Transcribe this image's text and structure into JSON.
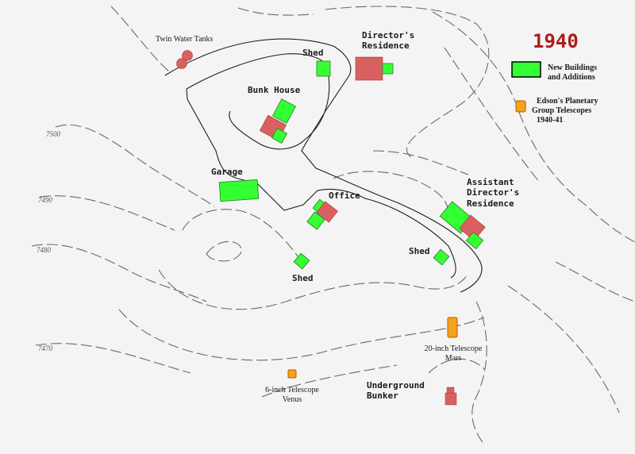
{
  "year": "1940",
  "legend": {
    "new_buildings": "New Buildings and Additions",
    "new_buildings_lines": [
      "New Buildings",
      "and Additions"
    ],
    "telescopes": "Edson's Planetary Group Telescopes 1940-41",
    "telescopes_lines": [
      "Edson's Planetary",
      "Group Telescopes",
      "1940-41"
    ]
  },
  "labels": {
    "water_tanks": "Twin Water Tanks",
    "shed_north": "Shed",
    "director_lines": [
      "Director's",
      "Residence"
    ],
    "bunk_house": "Bunk House",
    "garage": "Garage",
    "office": "Office",
    "asst_director_lines": [
      "Assistant",
      "Director's",
      "Residence"
    ],
    "shed_east": "Shed",
    "shed_south": "Shed",
    "telescope_20_lines": [
      "20-inch Telescope",
      "Mars"
    ],
    "telescope_6_lines": [
      "6-inch Telescope",
      "Venus"
    ],
    "bunker_lines": [
      "Underground",
      "Bunker"
    ]
  },
  "contours": [
    "7500",
    "7490",
    "7480",
    "7470"
  ],
  "colors": {
    "year": "#b01c1c",
    "new_building": "#33ff33",
    "existing_building": "#d96060",
    "telescope": "#f7a21b",
    "telescope_border": "#b85a00",
    "contour": "#6a6a6a",
    "road": "#1e1e1e"
  }
}
